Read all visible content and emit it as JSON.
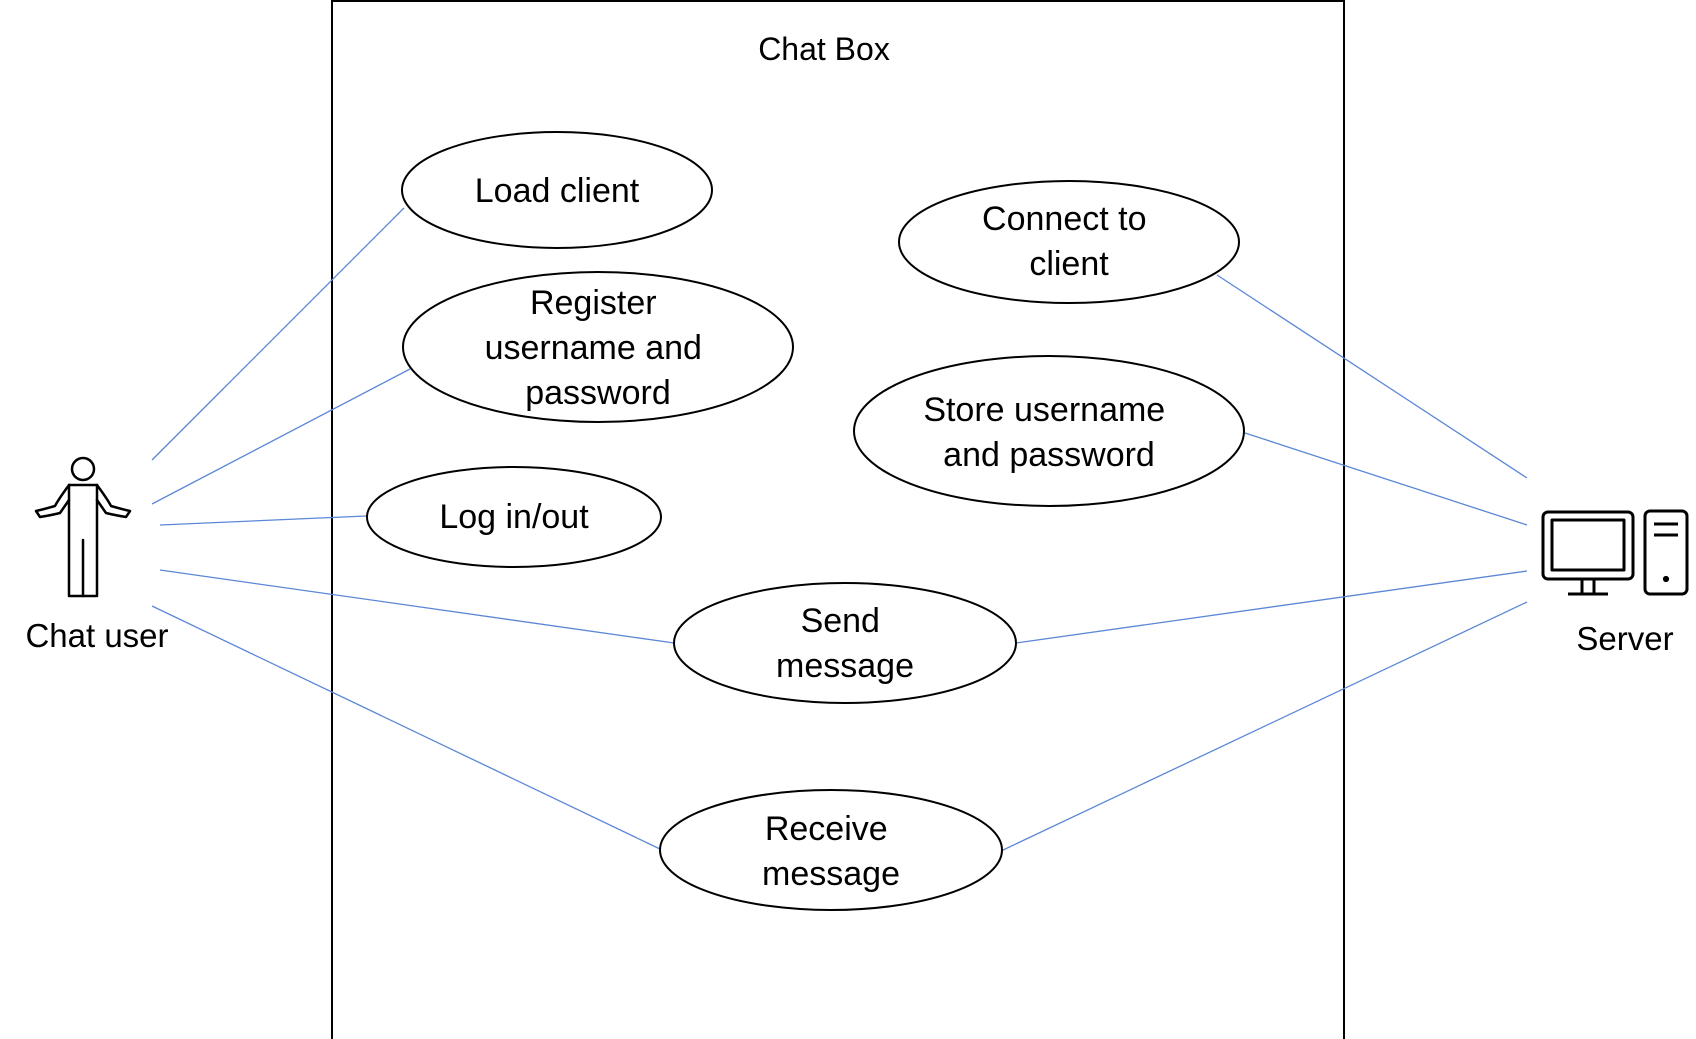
{
  "system": {
    "title": "Chat Box"
  },
  "actors": {
    "chat_user": {
      "label": "Chat user",
      "icon": "person-icon"
    },
    "server": {
      "label": "Server",
      "icon": "computer-icon"
    }
  },
  "use_cases": {
    "load_client": {
      "lines": [
        "Load client"
      ]
    },
    "register": {
      "lines": [
        "Register",
        "username and",
        "password"
      ]
    },
    "log_in_out": {
      "lines": [
        "Log in/out"
      ]
    },
    "connect_to_client": {
      "lines": [
        "Connect to",
        "client"
      ]
    },
    "store_credentials": {
      "lines": [
        "Store username",
        "and password"
      ]
    },
    "send_message": {
      "lines": [
        "Send",
        "message"
      ]
    },
    "receive_message": {
      "lines": [
        "Receive",
        "message"
      ]
    }
  },
  "associations": [
    {
      "from": "chat_user",
      "to": "load_client"
    },
    {
      "from": "chat_user",
      "to": "register"
    },
    {
      "from": "chat_user",
      "to": "log_in_out"
    },
    {
      "from": "chat_user",
      "to": "send_message"
    },
    {
      "from": "chat_user",
      "to": "receive_message"
    },
    {
      "from": "server",
      "to": "connect_to_client"
    },
    {
      "from": "server",
      "to": "store_credentials"
    },
    {
      "from": "server",
      "to": "send_message"
    },
    {
      "from": "server",
      "to": "receive_message"
    }
  ],
  "colors": {
    "association_line": "#5b87d6",
    "outline": "#000000",
    "background": "#ffffff"
  }
}
